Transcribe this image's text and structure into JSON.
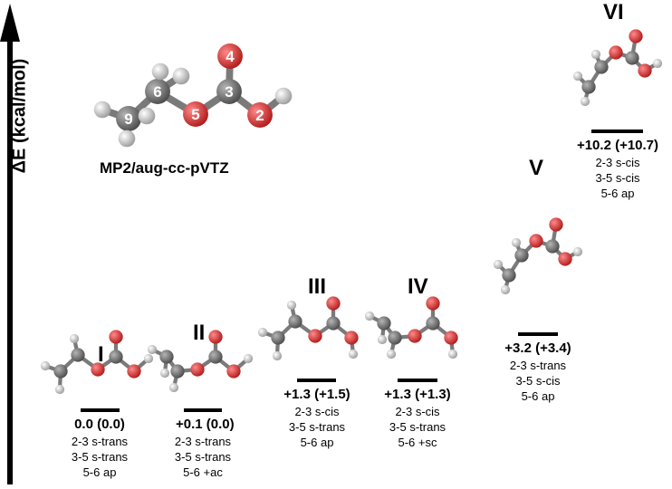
{
  "axis": {
    "label": "ΔE (kcal/mol)"
  },
  "method": "MP2/aug-cc-pVTZ",
  "atom_labels": [
    "9",
    "6",
    "5",
    "3",
    "4",
    "2"
  ],
  "colors": {
    "carbon": "#6b6b6b",
    "oxygen": "#d42a2a",
    "hydrogen": "#dcdcdc",
    "bond": "#7a7a7a"
  },
  "conformers": [
    {
      "id": "I",
      "energy": "0.0 (0.0)",
      "torsions": [
        "2-3 s-trans",
        "3-5 s-trans",
        "5-6 ap"
      ]
    },
    {
      "id": "II",
      "energy": "+0.1 (0.0)",
      "torsions": [
        "2-3 s-trans",
        "3-5 s-trans",
        "5-6 +ac"
      ]
    },
    {
      "id": "III",
      "energy": "+1.3 (+1.5)",
      "torsions": [
        "2-3 s-cis",
        "3-5 s-trans",
        "5-6 ap"
      ]
    },
    {
      "id": "IV",
      "energy": "+1.3 (+1.3)",
      "torsions": [
        "2-3 s-cis",
        "3-5 s-trans",
        "5-6 +sc"
      ]
    },
    {
      "id": "V",
      "energy": "+3.2 (+3.4)",
      "torsions": [
        "2-3 s-trans",
        "3-5 s-cis",
        "5-6 ap"
      ]
    },
    {
      "id": "VI",
      "energy": "+10.2 (+10.7)",
      "torsions": [
        "2-3 s-cis",
        "3-5 s-cis",
        "5-6 ap"
      ]
    }
  ]
}
